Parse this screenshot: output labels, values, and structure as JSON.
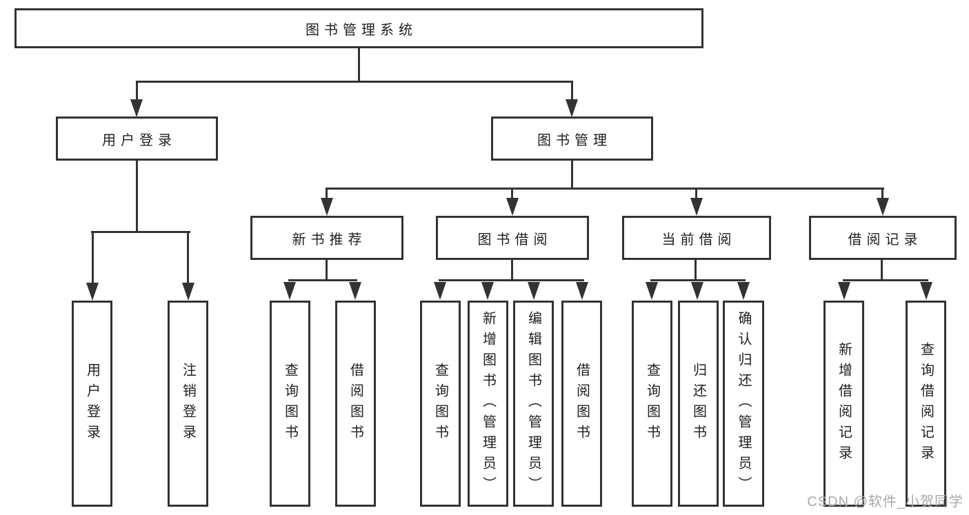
{
  "tree": {
    "label": "图书管理系统",
    "children": [
      {
        "label": "用户登录",
        "children": [
          {
            "label": "用户登录"
          },
          {
            "label": "注销登录"
          }
        ]
      },
      {
        "label": "图书管理",
        "children": [
          {
            "label": "新书推荐",
            "children": [
              {
                "label": "查询图书"
              },
              {
                "label": "借阅图书"
              }
            ]
          },
          {
            "label": "图书借阅",
            "children": [
              {
                "label": "查询图书"
              },
              {
                "label": "新增图书（管理员）"
              },
              {
                "label": "编辑图书（管理员）"
              },
              {
                "label": "借阅图书"
              }
            ]
          },
          {
            "label": "当前借阅",
            "children": [
              {
                "label": "查询图书"
              },
              {
                "label": "归还图书"
              },
              {
                "label": "确认归还（管理员）"
              }
            ]
          },
          {
            "label": "借阅记录",
            "children": [
              {
                "label": "新增借阅记录"
              },
              {
                "label": "查询借阅记录"
              }
            ]
          }
        ]
      }
    ]
  },
  "watermark": {
    "text": "CSDN @软件_小贺同学"
  },
  "colors": {
    "line": "#333333",
    "text": "#1f1f1f",
    "watermark": "#a9a9a9",
    "background": "#ffffff"
  }
}
